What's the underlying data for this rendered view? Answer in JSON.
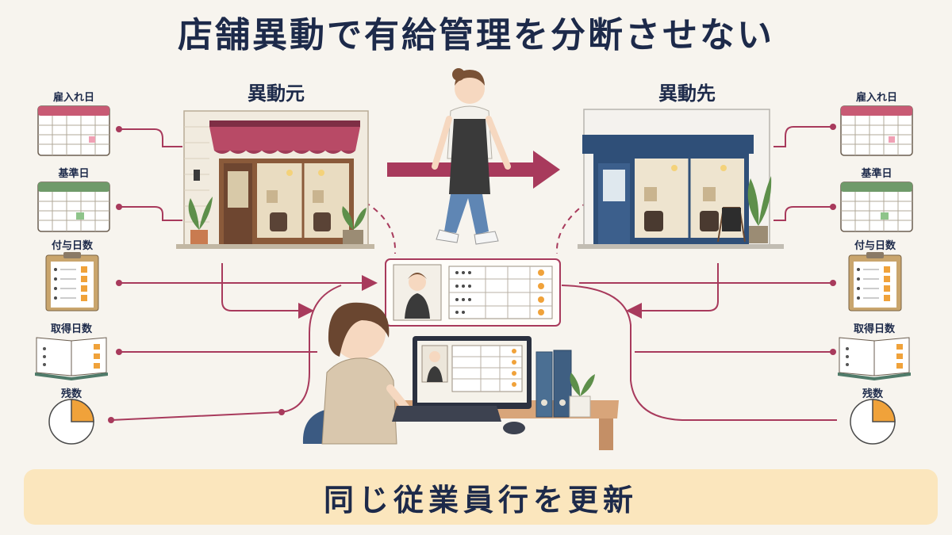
{
  "title": "店舗異動で有給管理を分断させない",
  "stores": {
    "origin": "異動元",
    "destination": "異動先"
  },
  "left_items": [
    {
      "label": "雇入れ日",
      "icon": "calendar-icon"
    },
    {
      "label": "基準日",
      "icon": "calendar-icon"
    },
    {
      "label": "付与日数",
      "icon": "clipboard-icon"
    },
    {
      "label": "取得日数",
      "icon": "book-icon"
    },
    {
      "label": "残数",
      "icon": "pie-icon"
    }
  ],
  "right_items": [
    {
      "label": "雇入れ日",
      "icon": "calendar-icon"
    },
    {
      "label": "基準日",
      "icon": "calendar-icon"
    },
    {
      "label": "付与日数",
      "icon": "clipboard-icon"
    },
    {
      "label": "取得日数",
      "icon": "book-icon"
    },
    {
      "label": "残数",
      "icon": "pie-icon"
    }
  ],
  "banner": "同じ従業員行を更新",
  "colors": {
    "accent": "#a83a5c",
    "navy": "#1d2a4a",
    "banner": "#fbe6bd",
    "orange": "#f0a23a"
  }
}
